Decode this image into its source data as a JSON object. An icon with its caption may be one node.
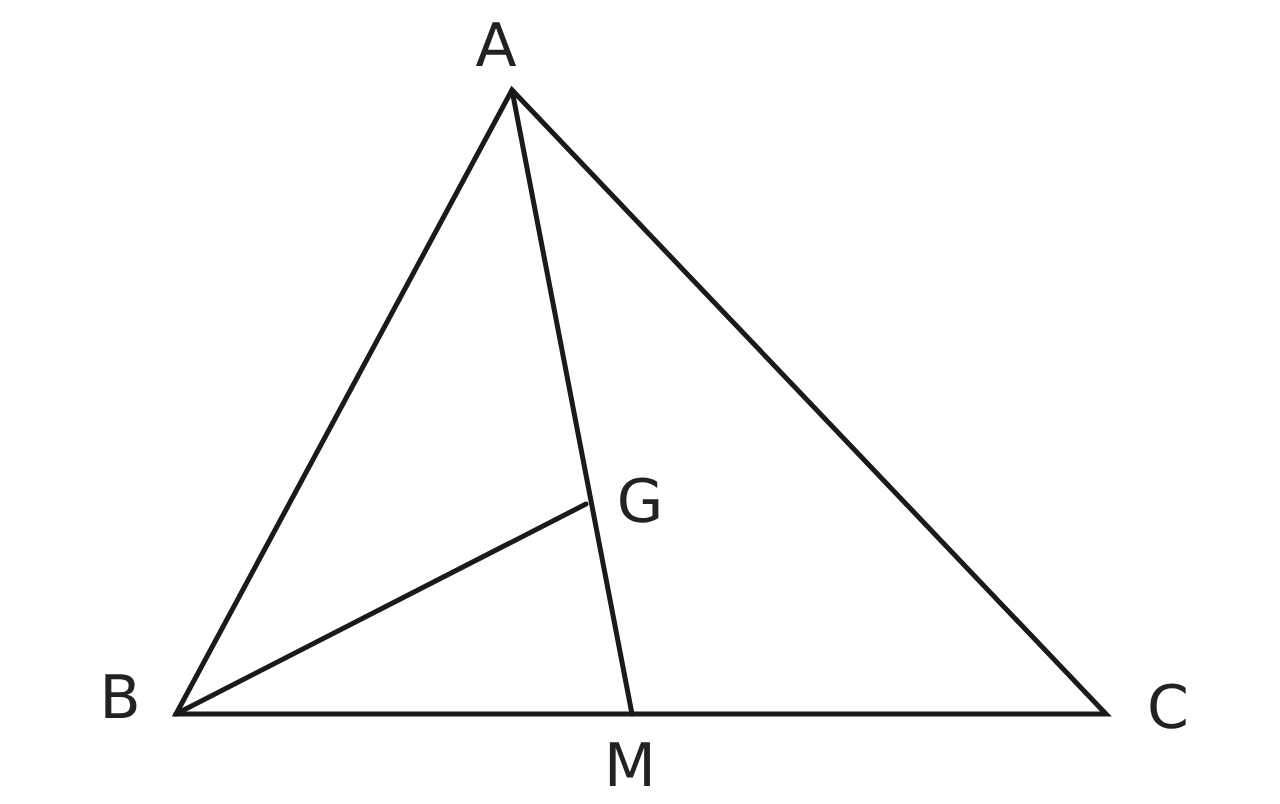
{
  "diagram": {
    "labels": [
      "A",
      "G",
      "B",
      "C",
      "M"
    ]
  }
}
